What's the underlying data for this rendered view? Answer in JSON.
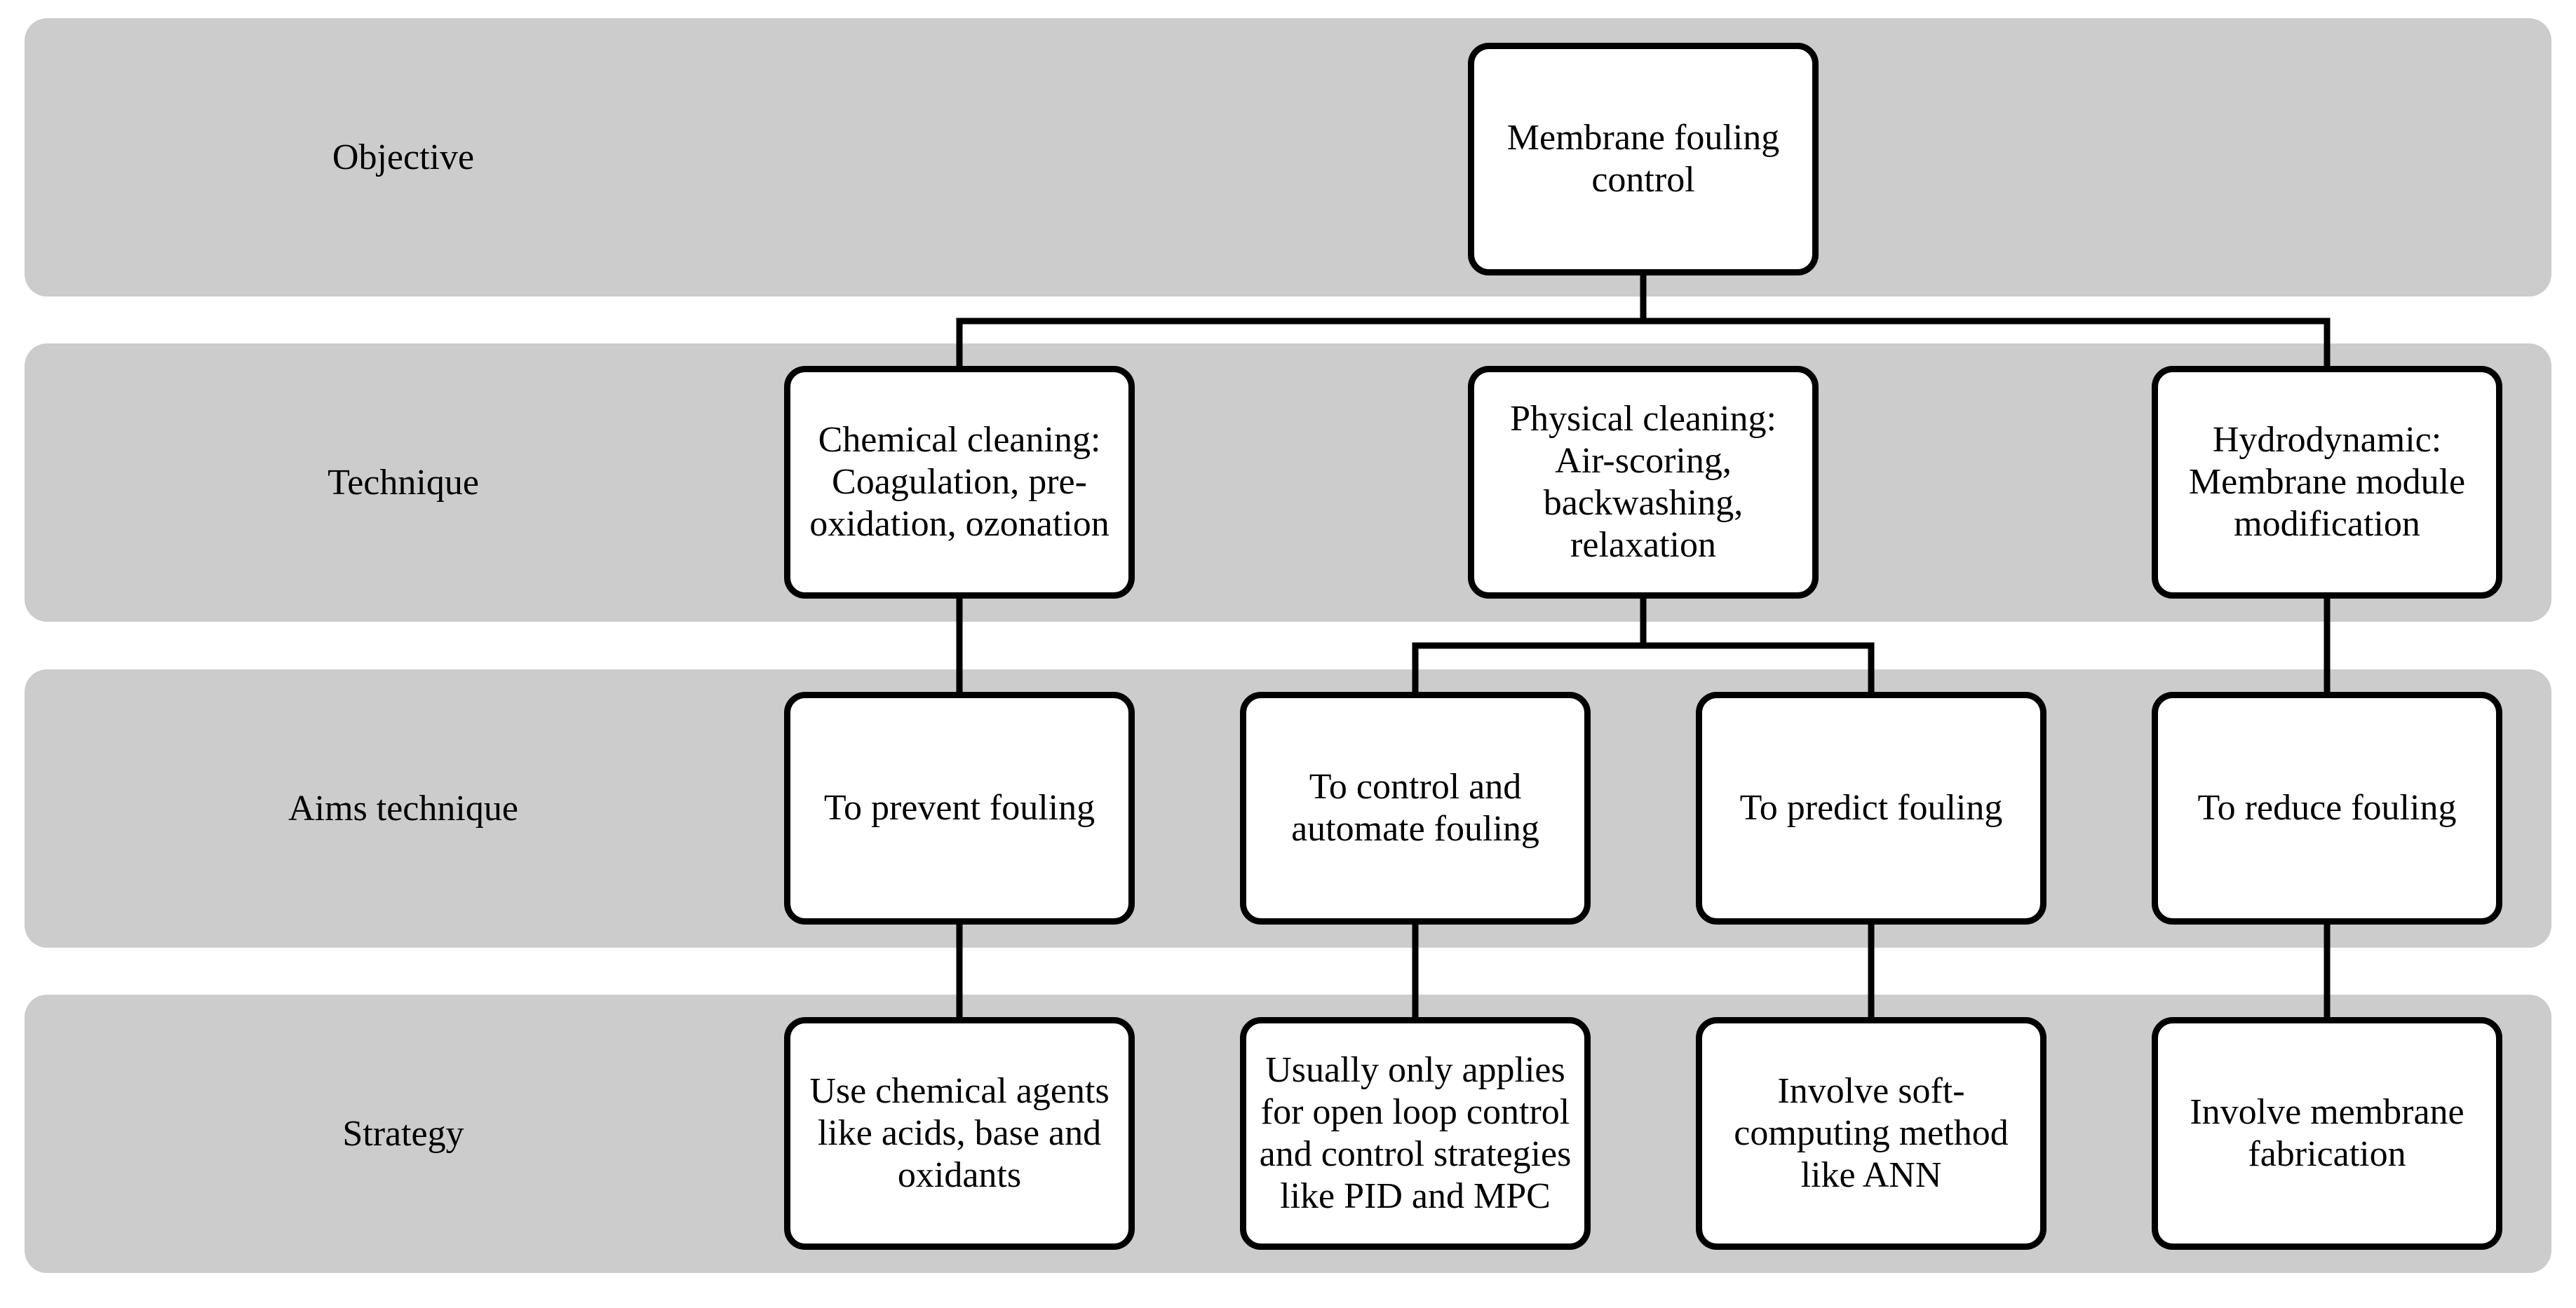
{
  "rows": [
    {
      "label": "Objective"
    },
    {
      "label": "Technique"
    },
    {
      "label": "Aims technique"
    },
    {
      "label": "Strategy"
    }
  ],
  "nodes": {
    "objective": "Membrane fouling control",
    "chemical": "Chemical cleaning: Coagulation, pre-oxidation, ozonation",
    "physical": "Physical cleaning: Air-scoring, backwashing, relaxation",
    "hydrodynamic": "Hydrodynamic: Membrane module modification",
    "prevent": "To prevent fouling",
    "control": "To control and automate fouling",
    "predict": "To predict fouling",
    "reduce": "To reduce fouling",
    "chemical_agents": "Use chemical agents like acids, base and oxidants",
    "open_loop": "Usually only applies for open loop control and control strategies like PID and MPC",
    "soft_computing": "Involve soft-computing method like ANN",
    "fabrication": "Involve membrane fabrication"
  },
  "colors": {
    "band": "#cccccc",
    "box_border": "#000000",
    "box_fill": "#ffffff"
  }
}
